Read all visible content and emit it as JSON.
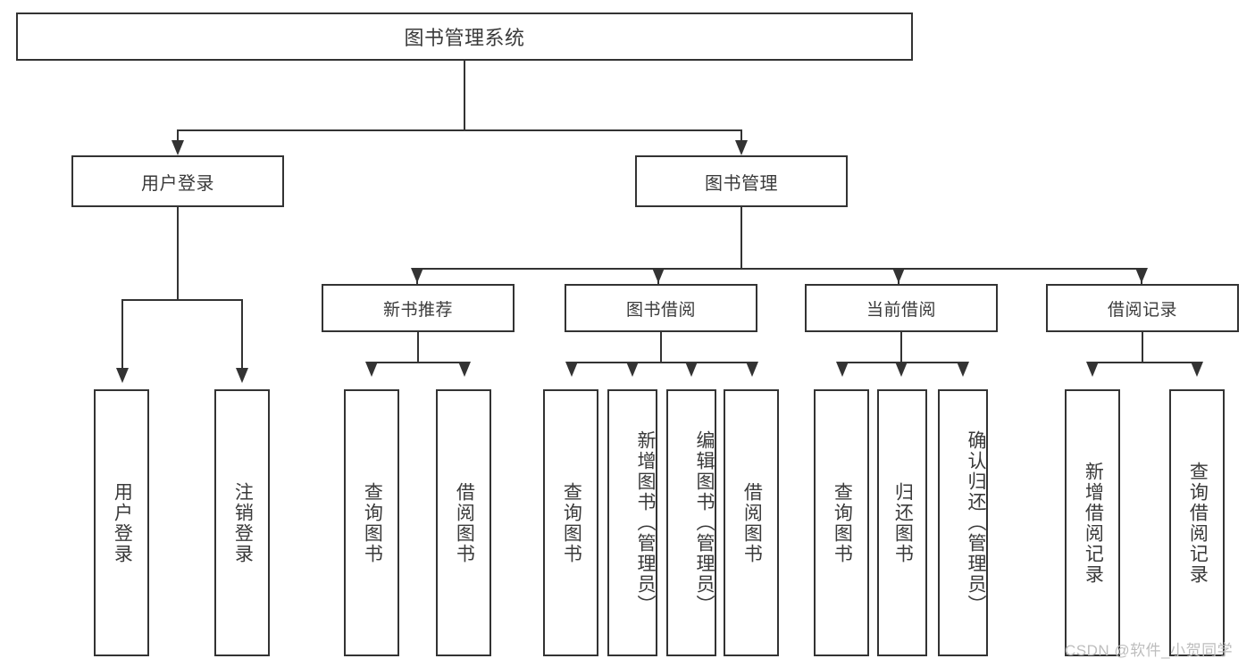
{
  "diagram": {
    "title": "图书管理系统",
    "root": {
      "label": "图书管理系统"
    },
    "level1": [
      {
        "label": "用户登录"
      },
      {
        "label": "图书管理"
      }
    ],
    "level2": [
      {
        "label": "新书推荐"
      },
      {
        "label": "图书借阅"
      },
      {
        "label": "当前借阅"
      },
      {
        "label": "借阅记录"
      }
    ],
    "leaves": {
      "user_login": [
        {
          "label": "用户登录"
        },
        {
          "label": "注销登录"
        }
      ],
      "new_book_recommend": [
        {
          "label": "查询图书"
        },
        {
          "label": "借阅图书"
        }
      ],
      "book_borrow": [
        {
          "label": "查询图书"
        },
        {
          "label": "新增图书（管理员）"
        },
        {
          "label": "编辑图书（管理员）"
        },
        {
          "label": "借阅图书"
        }
      ],
      "current_borrow": [
        {
          "label": "查询图书"
        },
        {
          "label": "归还图书"
        },
        {
          "label": "确认归还（管理员）"
        }
      ],
      "borrow_record": [
        {
          "label": "新增借阅记录"
        },
        {
          "label": "查询借阅记录"
        }
      ]
    }
  },
  "watermark": {
    "text": "CSDN @软件_小贺同学"
  },
  "colors": {
    "border": "#333333",
    "text": "#3a3a3a",
    "background": "#ffffff",
    "watermark": "#bdbdbd"
  }
}
